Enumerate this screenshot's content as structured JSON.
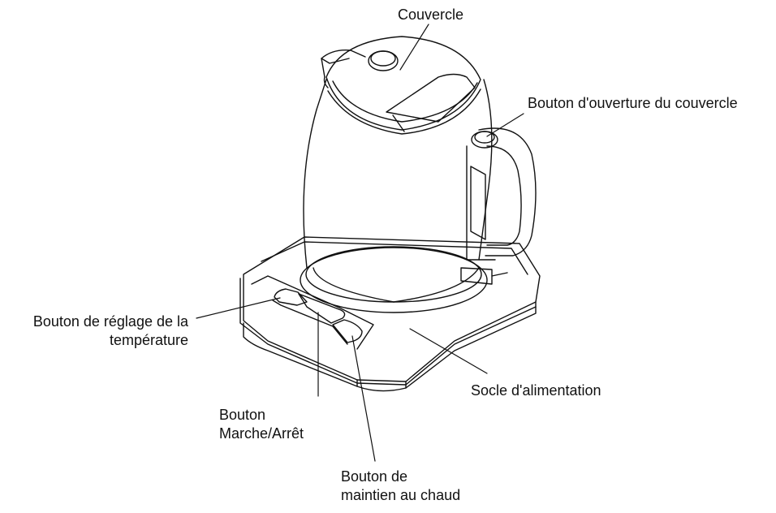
{
  "labels": {
    "lid": "Couvercle",
    "lid_button": "Bouton d'ouverture du couvercle",
    "temp_button": [
      "Bouton de réglage de la",
      "température"
    ],
    "power_button": [
      "Bouton",
      "Marche/Arrêt"
    ],
    "keep_warm_button": [
      "Bouton de",
      "maintien au chaud"
    ],
    "base": "Socle d'alimentation"
  },
  "colors": {
    "line": "#111111",
    "background": "#ffffff"
  }
}
